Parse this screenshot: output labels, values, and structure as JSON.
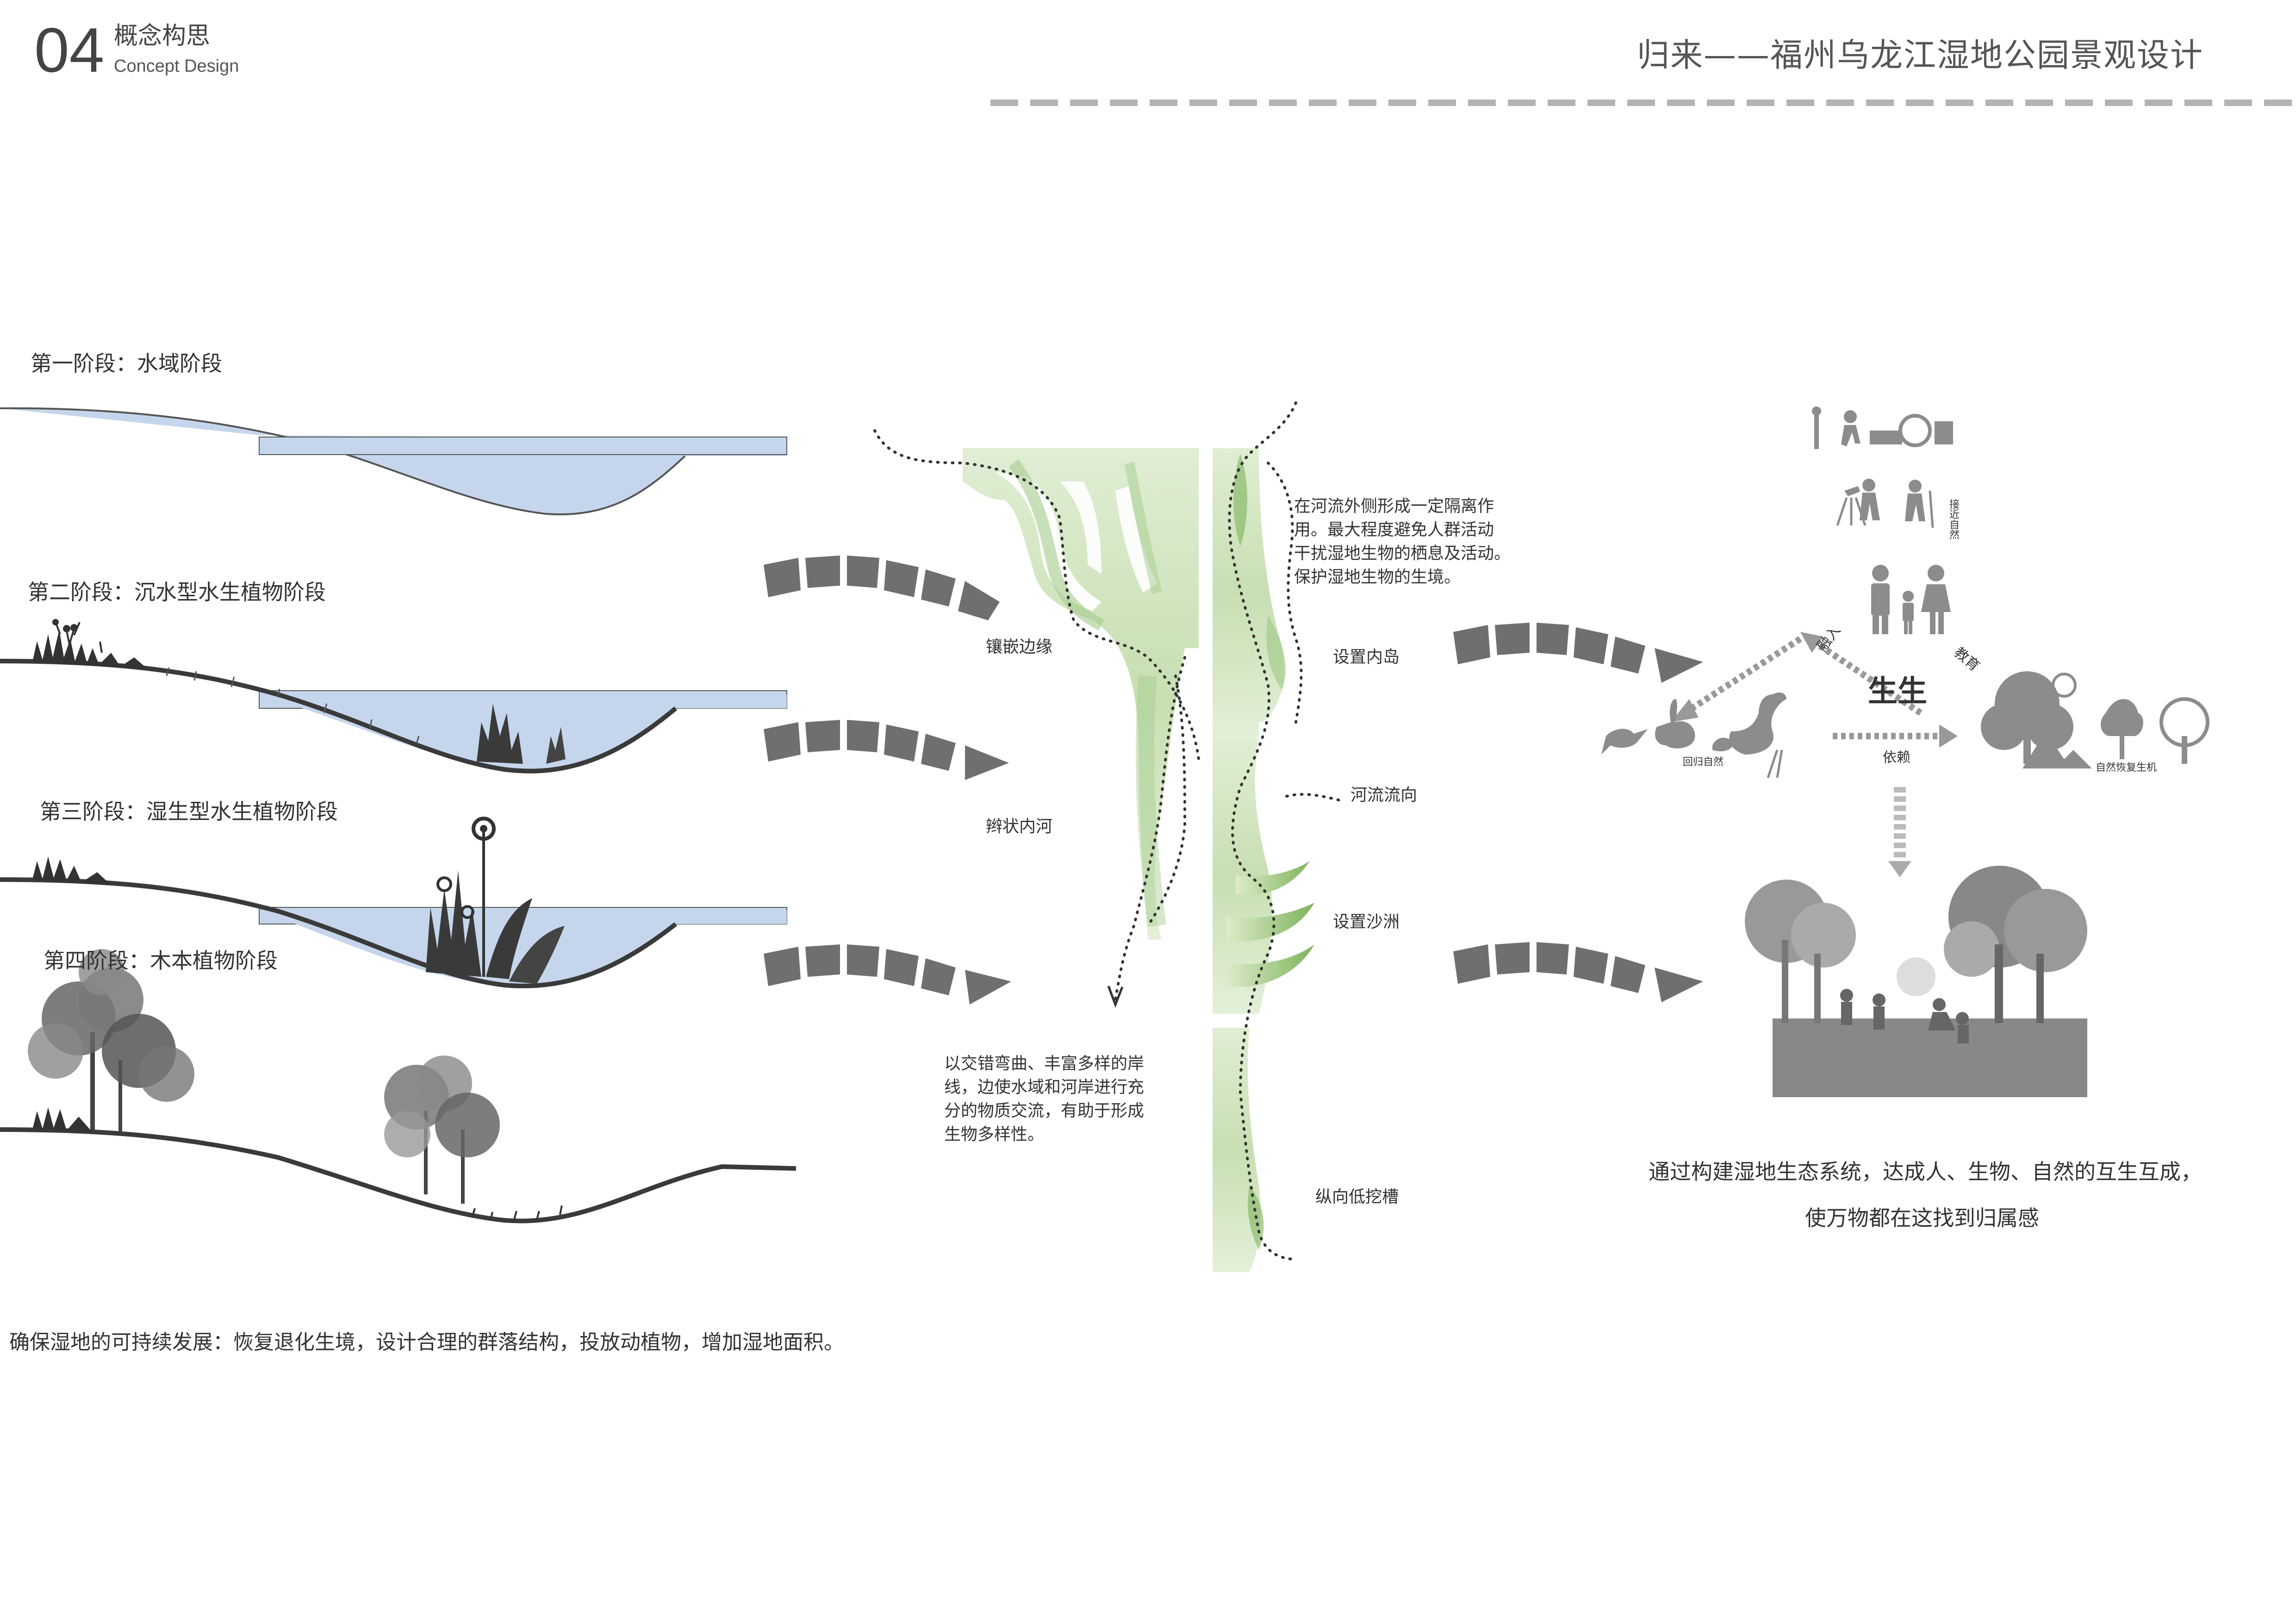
{
  "header": {
    "section_number": "04",
    "section_title_cn": "概念构思",
    "section_title_en": "Concept Design",
    "project_title": "归来——福州乌龙江湿地公园景观设计"
  },
  "stages": [
    {
      "label": "第一阶段：水域阶段"
    },
    {
      "label": "第二阶段：沉水型水生植物阶段"
    },
    {
      "label": "第三阶段：湿生型水生植物阶段"
    },
    {
      "label": "第四阶段：木本植物阶段"
    }
  ],
  "river": {
    "labels": {
      "inlay_edge": "镶嵌边缘",
      "braided_river": "辫状内河",
      "inner_island": "设置内岛",
      "flow_direction": "河流流向",
      "sandbar": "设置沙洲",
      "trench": "纵向低挖槽"
    },
    "note_isolation": "在河流外侧形成一定隔离作\n用。最大程度避免人群活动\n干扰湿地生物的栖息及活动。\n保护湿地生物的生境。",
    "note_shoreline": "以交错弯曲、丰富多样的岸\n线，边使水域和河岸进行充\n分的物质交流，有助于形成\n生物多样性。"
  },
  "ecology": {
    "center_label": "生生",
    "left_arrow_label": "融入",
    "right_arrow_label": "教育",
    "bottom_arrow_label": "依赖",
    "side_label": "接近自然",
    "left_caption": "回归自然",
    "right_caption": "自然恢复生机"
  },
  "conclusion": {
    "line1": "通过构建湿地生态系统，达成人、生物、自然的互生互成，",
    "line2": "使万物都在这找到归属感"
  },
  "footer": "确保湿地的可持续发展：恢复退化生境，设计合理的群落结构，投放动植物，增加湿地面积。",
  "colors": {
    "water": "#c5d6ec",
    "ground": "#3a3a3a",
    "arrow": "#6f6f6f",
    "green_light": "#c9e0b5",
    "green_mid": "#8fbf72",
    "icon_gray": "#8c8c8c"
  }
}
